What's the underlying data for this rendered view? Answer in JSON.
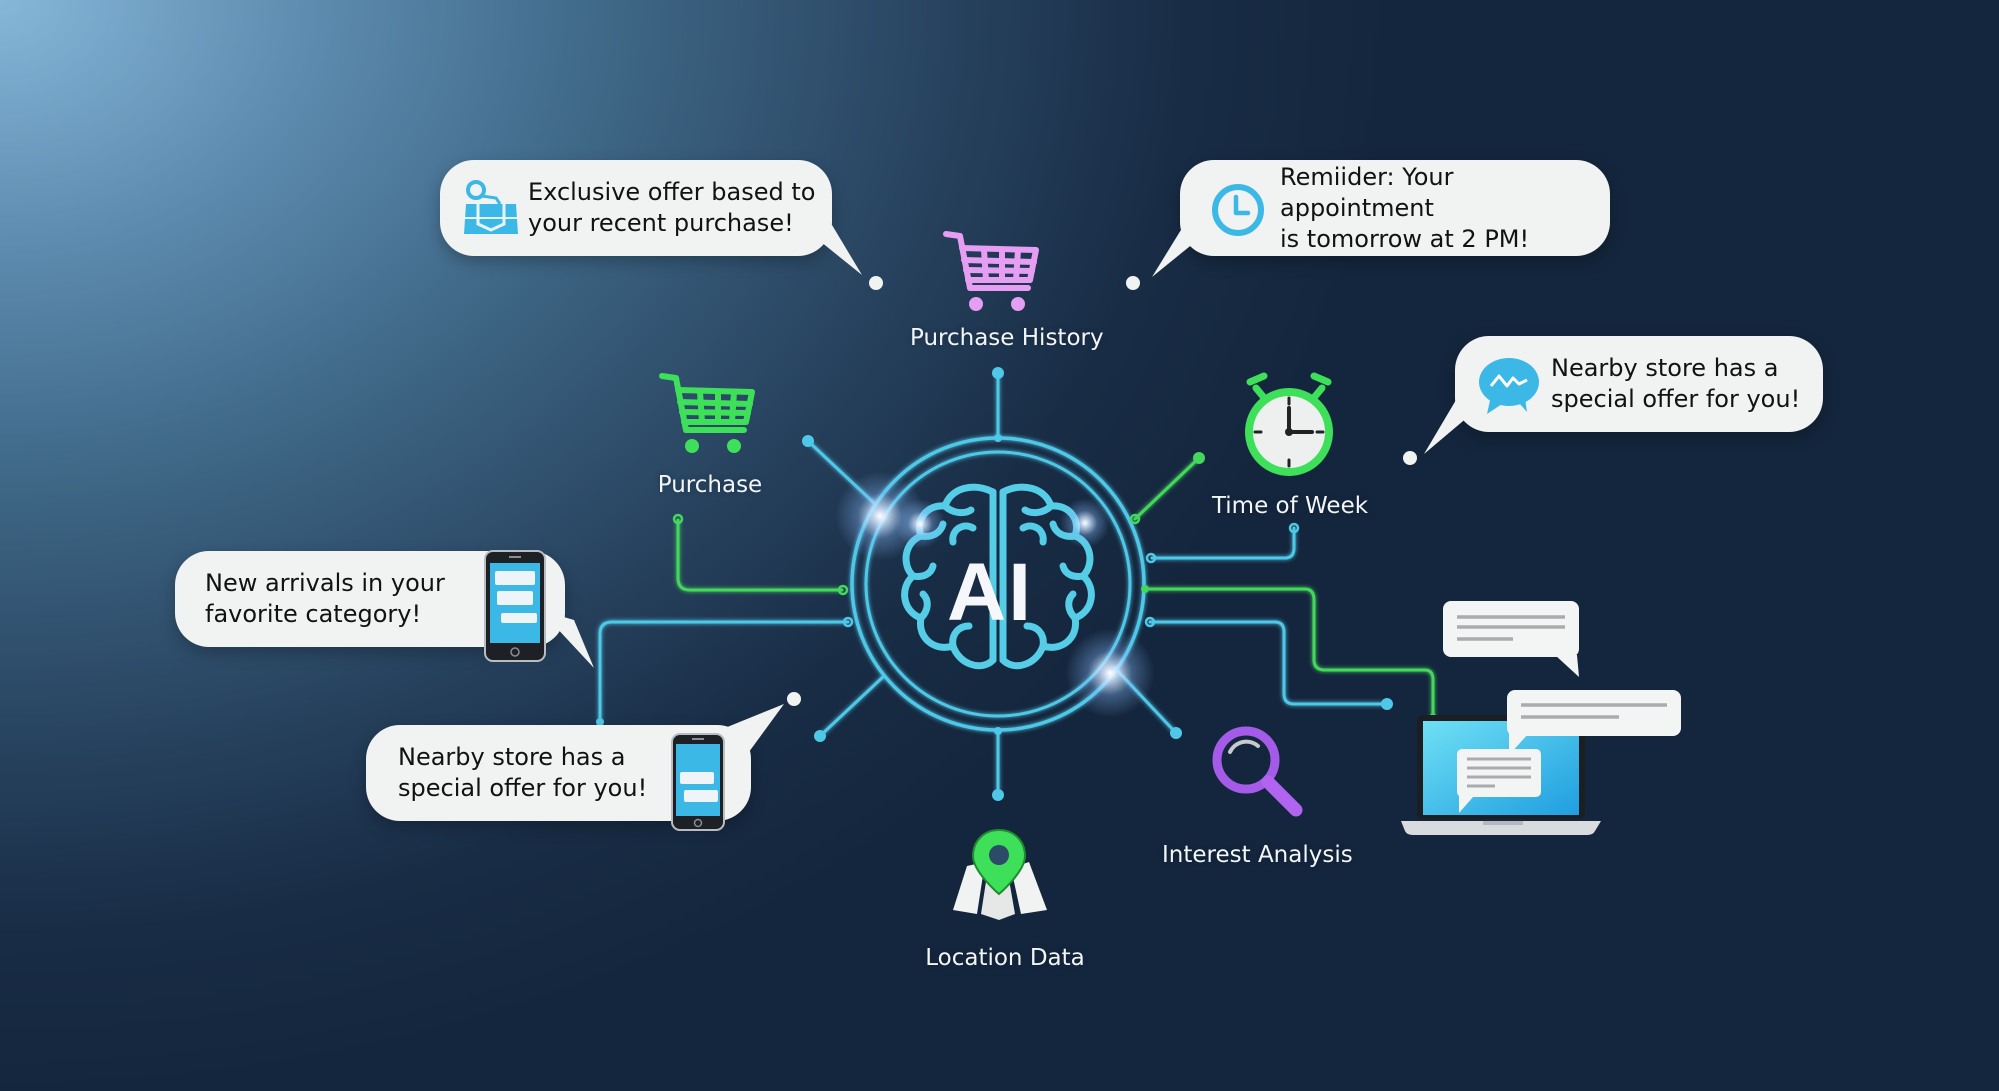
{
  "center": {
    "label": "AI",
    "icon": "brain-icon"
  },
  "nodes": {
    "purchase_history": {
      "label": "Purchase History",
      "icon": "shopping-cart-icon",
      "color": "#e59ef2"
    },
    "purchase": {
      "label": "Purchase",
      "icon": "shopping-cart-icon",
      "color": "#3ee05a"
    },
    "time_of_week": {
      "label": "Time of Week",
      "icon": "stopwatch-icon",
      "color": "#3ee05a"
    },
    "interest_analysis": {
      "label": "Interest Analysis",
      "icon": "magnifying-glass-icon",
      "color": "#a45ce8"
    },
    "location_data": {
      "label": "Location Data",
      "icon": "map-pin-icon",
      "color": "#3ee05a"
    },
    "devices": {
      "icon": "laptop-chat-icon"
    }
  },
  "bubbles": [
    {
      "id": "exclusive_offer",
      "text": "Exclusive offer based to\nyour recent purchase!",
      "icon": "shopping-bag-icon"
    },
    {
      "id": "reminder",
      "text": "Remiider: Your appointment\nis tomorrow at 2 PM!",
      "icon": "clock-icon"
    },
    {
      "id": "nearby_store_right",
      "text": "Nearby store has a\nspecial offer for you!",
      "icon": "chat-bubble-icon"
    },
    {
      "id": "new_arrivals",
      "text": "New arrivals in your\nfavorite category!",
      "icon": "smartphone-icon"
    },
    {
      "id": "nearby_store_left",
      "text": "Nearby store has a\nspecial offer for you!",
      "icon": "smartphone-icon"
    }
  ],
  "colors": {
    "connector_blue": "#4fc8e8",
    "connector_green": "#45d65c",
    "bubble_bg": "#f1f2f2",
    "accent_blue": "#3cb8e6"
  }
}
